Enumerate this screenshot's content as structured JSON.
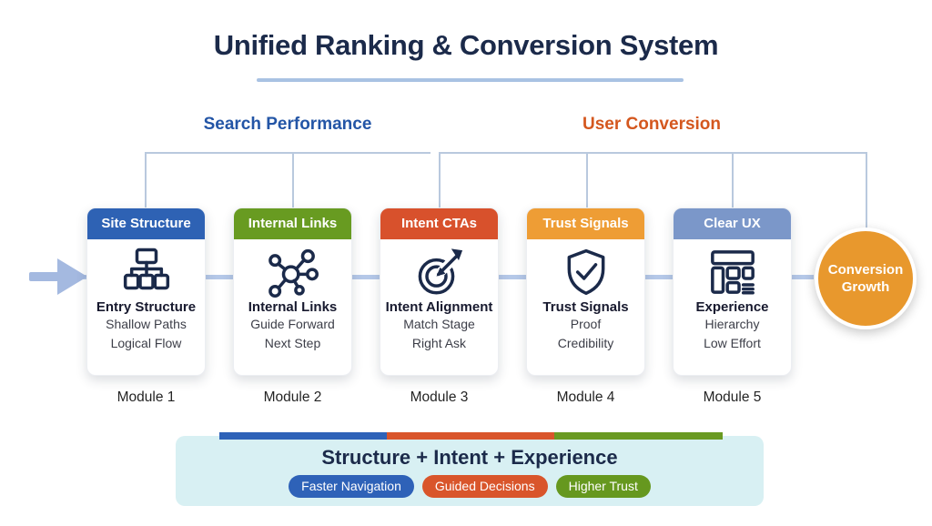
{
  "title": "Unified Ranking & Conversion System",
  "sections": [
    {
      "label": "Search Performance",
      "color": "#2355a6"
    },
    {
      "label": "User Conversion",
      "color": "#d4571e"
    }
  ],
  "modules": [
    {
      "header": "Site Structure",
      "header_color": "#2e62b4",
      "icon": "sitemap-icon",
      "title": "Entry Structure",
      "lines": [
        "Shallow Paths",
        "Logical Flow"
      ],
      "caption": "Module 1"
    },
    {
      "header": "Internal Links",
      "header_color": "#689b21",
      "icon": "network-icon",
      "title": "Internal Links",
      "lines": [
        "Guide Forward",
        "Next Step"
      ],
      "caption": "Module 2"
    },
    {
      "header": "Intent CTAs",
      "header_color": "#d8512c",
      "icon": "target-arrow-icon",
      "title": "Intent Alignment",
      "lines": [
        "Match Stage",
        "Right Ask"
      ],
      "caption": "Module 3"
    },
    {
      "header": "Trust Signals",
      "header_color": "#ee9d35",
      "icon": "shield-check-icon",
      "title": "Trust Signals",
      "lines": [
        "Proof",
        "Credibility"
      ],
      "caption": "Module 4"
    },
    {
      "header": "Clear UX",
      "header_color": "#7b97c9",
      "icon": "layout-icon",
      "title": "Experience",
      "lines": [
        "Hierarchy",
        "Low Effort"
      ],
      "caption": "Module 5"
    }
  ],
  "result": {
    "lines": [
      "Conversion",
      "Growth"
    ],
    "color": "#e8982d"
  },
  "banner": {
    "title": "Structure + Intent + Experience",
    "bg": "#d8f0f3",
    "bar_colors": [
      "#2e62b8",
      "#d9552b",
      "#6a9a22"
    ],
    "pills": [
      {
        "label": "Faster Navigation",
        "color": "#2e62b8"
      },
      {
        "label": "Guided Decisions",
        "color": "#d9552b"
      },
      {
        "label": "Higher Trust",
        "color": "#66981f"
      }
    ]
  }
}
